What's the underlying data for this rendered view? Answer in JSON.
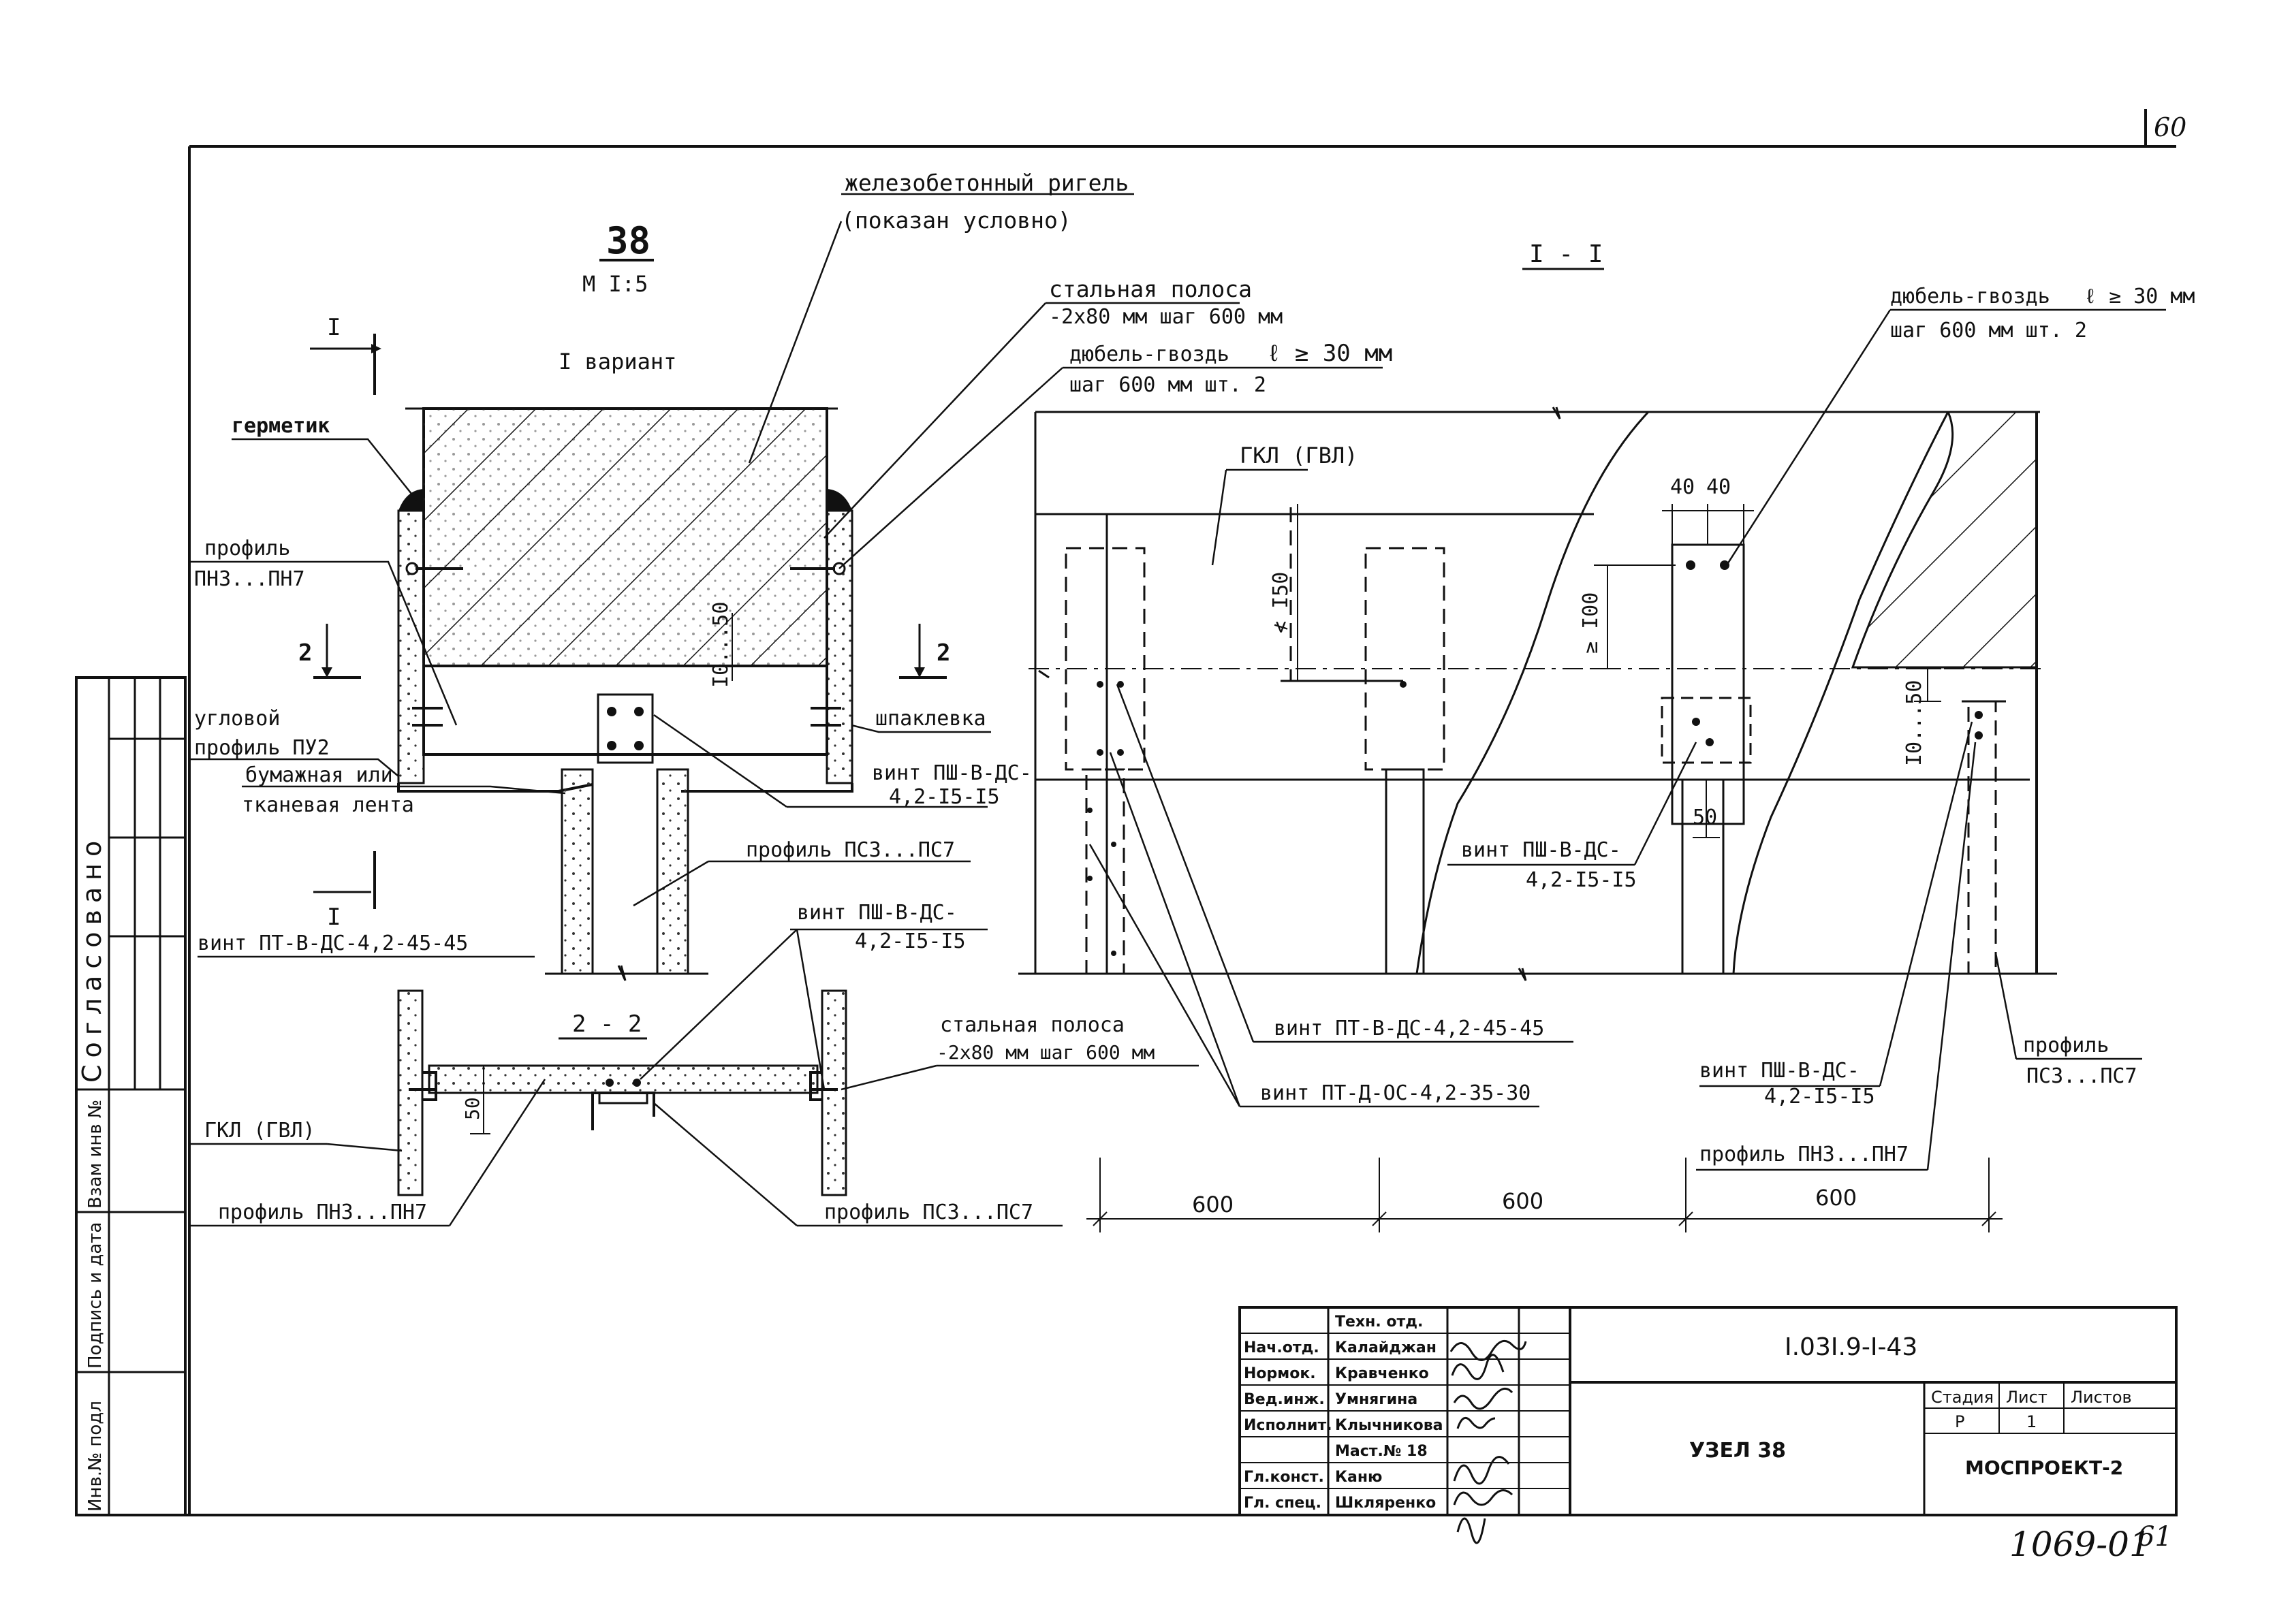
{
  "sheet": {
    "page_mark": "60",
    "archive_number": "1069-01",
    "archive_page": "61"
  },
  "side_stamp": {
    "approved": "Согласовано",
    "inv_no_orig": "Инв.№ подл",
    "sign_date": "Подпись и дата",
    "replaced_inv": "Взам инв №"
  },
  "node": {
    "number": "38",
    "scale": "М I:5",
    "variant": "I вариант"
  },
  "section_marks": {
    "cut_1": "I",
    "cut_2": "2",
    "section_2_title": "2 - 2",
    "section_1_title": "I - I"
  },
  "left_view": {
    "rigel_line1": "железобетонный ригель",
    "rigel_line2": "(показан условно)",
    "steel_strip_line1": "стальная полоса",
    "steel_strip_line2": "-2х80 мм шаг 600 мм",
    "dowel_line1": "дюбель-гвоздь",
    "dowel_cond": "ℓ ≥ 30 мм",
    "dowel_line2": "шаг 600 мм шт. 2",
    "sealant": "герметик",
    "profile_pn_line1": "профиль",
    "profile_pn_line2": "ПН3...ПН7",
    "corner_line1": "угловой",
    "corner_line2": "профиль ПУ2",
    "tape_line1": "бумажная или",
    "tape_line2": "тканевая лента",
    "putty": "шпаклевка",
    "screw_psh_line1": "винт ПШ-В-ДС-",
    "screw_psh_line2": "4,2-I5-I5",
    "profile_ps": "профиль ПС3...ПС7",
    "screw_pt": "винт ПТ-В-ДС-4,2-45-45",
    "dim_gap": "I0...50"
  },
  "section_2": {
    "screw_psh_line1": "винт ПШ-В-ДС-",
    "screw_psh_line2": "4,2-I5-I5",
    "steel_strip_line1": "стальная полоса",
    "steel_strip_line2": "-2х80 мм шаг 600 мм",
    "gkl": "ГКЛ (ГВЛ)",
    "profile_pn": "профиль ПН3...ПН7",
    "profile_ps": "профиль ПС3...ПС7",
    "dim_50": "50"
  },
  "section_1": {
    "dowel_line1": "дюбель-гвоздь",
    "dowel_cond": "ℓ ≥ 30 мм",
    "dowel_line2": "шаг 600 мм шт. 2",
    "gkl": "ГКЛ (ГВЛ)",
    "dim_40a": "40",
    "dim_40b": "40",
    "dim_150": "≮ I50",
    "dim_100": "≥ I00",
    "dim_gap": "I0...50",
    "dim_50": "50",
    "screw_psh_a_line1": "винт ПШ-В-ДС-",
    "screw_psh_a_line2": "4,2-I5-I5",
    "screw_pt_v": "винт ПТ-В-ДС-4,2-45-45",
    "screw_pt_d": "винт ПТ-Д-ОС-4,2-35-30",
    "screw_psh_b_line1": "винт ПШ-В-ДС-",
    "screw_psh_b_line2": "4,2-I5-I5",
    "profile_pn": "профиль ПН3...ПН7",
    "profile_ps_line1": "профиль",
    "profile_ps_line2": "ПС3...ПС7",
    "dims": [
      "600",
      "600",
      "600"
    ]
  },
  "title_block": {
    "doc_code": "I.03I.9-I-43",
    "title": "УЗЕЛ 38",
    "org": "МОСПРОЕКТ-2",
    "stage_head": "Стадия",
    "sheet_head": "Лист",
    "sheets_head": "Листов",
    "stage": "Р",
    "sheet": "1",
    "sheets": "",
    "roles": [
      {
        "role": "",
        "name": "Техн. отд."
      },
      {
        "role": "Нач.отд.",
        "name": "Калайджан"
      },
      {
        "role": "Нормок.",
        "name": "Кравченко"
      },
      {
        "role": "Вед.инж.",
        "name": "Умнягина"
      },
      {
        "role": "Исполнит.",
        "name": "Клычникова"
      },
      {
        "role": "",
        "name": "Маст.№ 18"
      },
      {
        "role": "Гл.конст.",
        "name": "Каню"
      },
      {
        "role": "Гл. спец.",
        "name": "Шкляренко"
      }
    ]
  }
}
